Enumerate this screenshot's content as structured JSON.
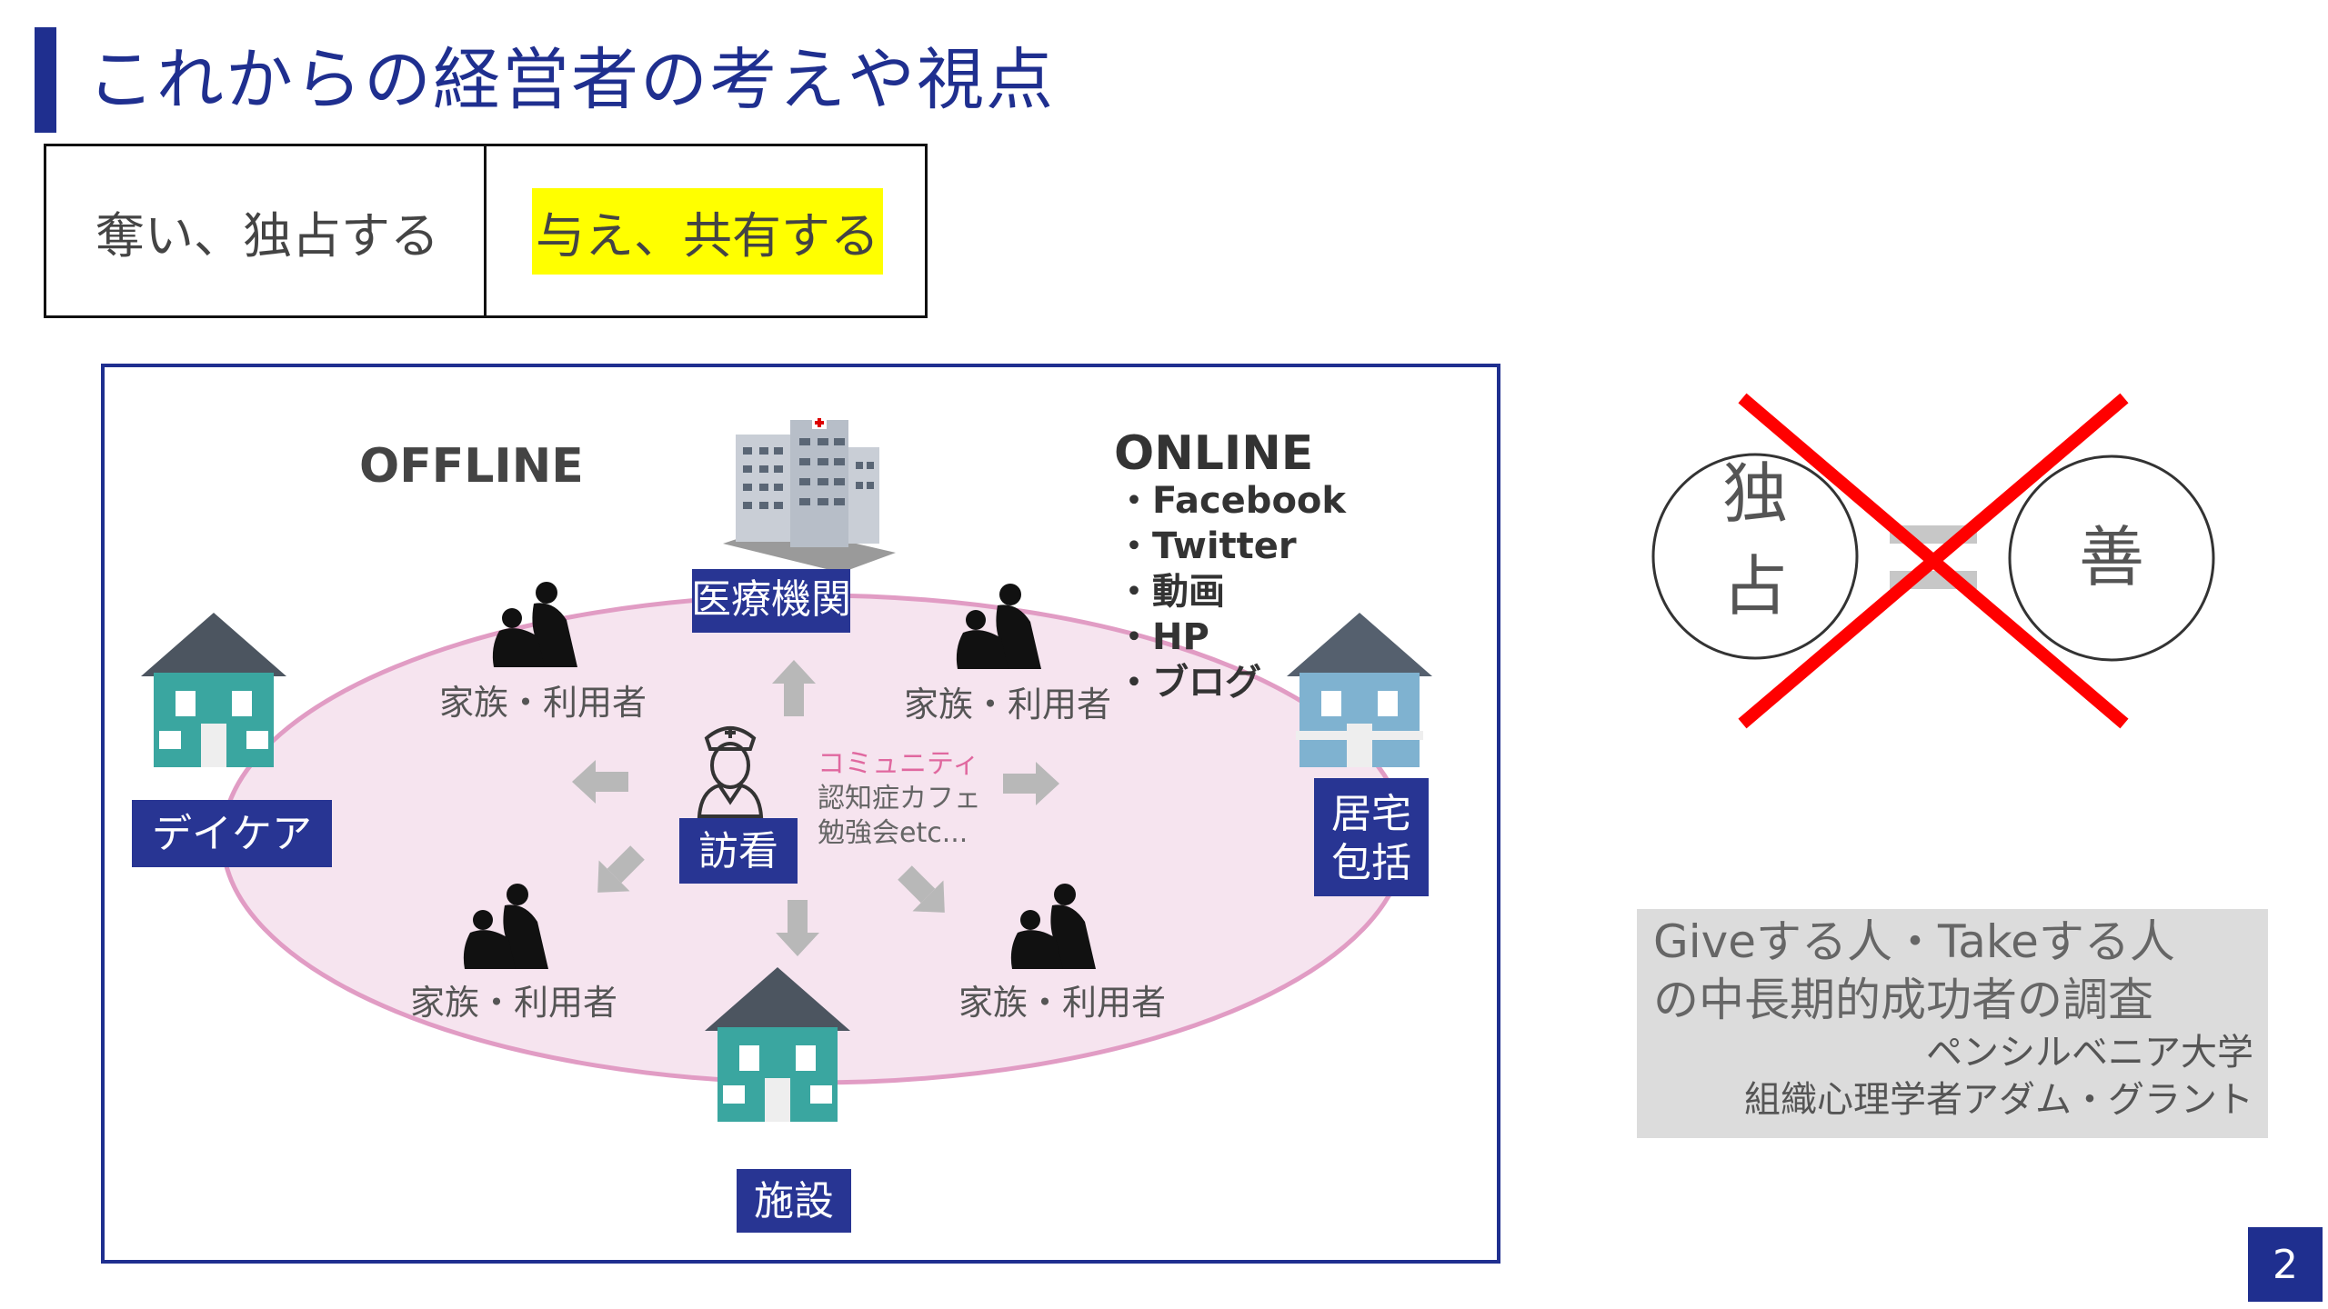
{
  "title": "これからの経営者の考えや視点",
  "comparison": {
    "left": "奪い、独占する",
    "right": "与え、共有する"
  },
  "diagram": {
    "offline": "OFFLINE",
    "online": "ONLINE",
    "online_items": [
      "・Facebook",
      "・Twitter",
      "・動画",
      "・HP",
      "・ブログ"
    ],
    "medical": "医療機関",
    "daycare": "デイケア",
    "home_support": [
      "居宅",
      "包括"
    ],
    "facility": "施設",
    "visiting_nurse": "訪看",
    "family_users": "家族・利用者",
    "community": "コミュニティ",
    "community_items": [
      "認知症カフェ",
      "勉強会etc..."
    ]
  },
  "equation": {
    "left_circle": [
      "独",
      "占"
    ],
    "right_circle": "善"
  },
  "give_take": {
    "title": [
      "Giveする人・Takeする人",
      "の中長期的成功者の調査"
    ],
    "source": [
      "ペンシルベニア大学",
      "組織心理学者アダム・グラント"
    ]
  },
  "page_number": "2",
  "colors": {
    "accent": "#1f2f8f",
    "highlight": "#ffff00",
    "ellipse_fill": "#f6e4ef",
    "ellipse_stroke": "#e19cc4",
    "cross": "#ff0000",
    "community_text": "#e0689f"
  },
  "icons": [
    "hospital-building-icon",
    "caregiver-silhouette-icon",
    "nurse-icon",
    "house-icon",
    "arrow-icon"
  ]
}
